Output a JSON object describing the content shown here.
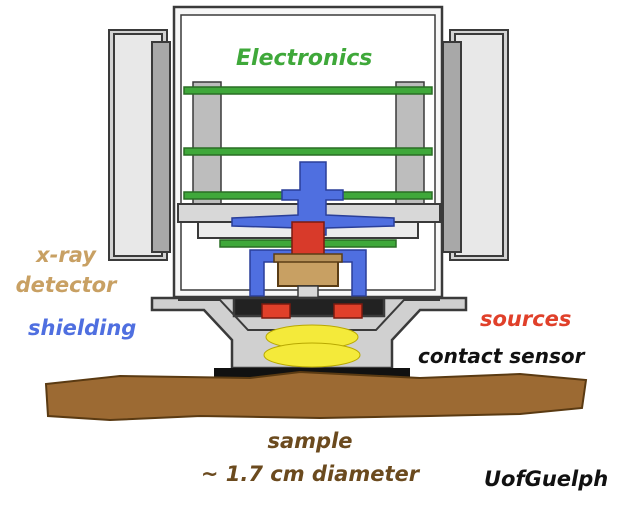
{
  "labels": {
    "electronics": "Electronics",
    "xray_line1": "x-ray",
    "xray_line2": "detector",
    "shielding": "shielding",
    "sources": "sources",
    "contact_sensor": "contact sensor",
    "sample_line1": "sample",
    "sample_line2": "~ 1.7 cm diameter",
    "credit": "UofGuelph"
  },
  "colors": {
    "electronics": "#3fa83a",
    "xray_detector": "#c8a063",
    "shielding": "#4f6fe0",
    "sources": "#e0402a",
    "contact_sensor": "#111111",
    "sample": "#6b4a1e",
    "sample_body": "#9c6a33",
    "sample_glow": "#f4ea3a",
    "housing": "#c9c9c9",
    "outline": "#3a3a3a",
    "credit": "#111111"
  }
}
